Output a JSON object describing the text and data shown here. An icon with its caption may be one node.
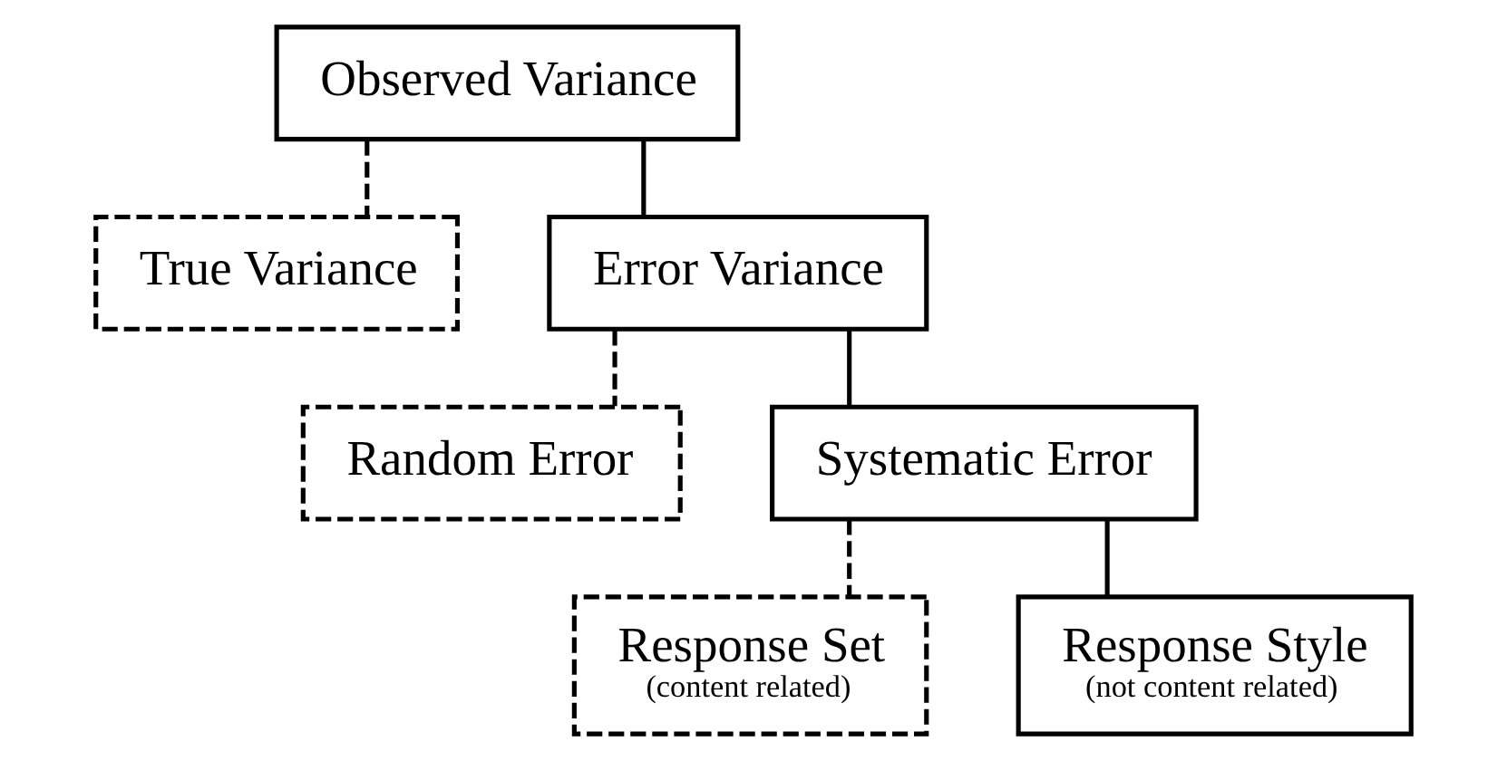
{
  "diagram": {
    "nodes": [
      {
        "text": [
          "Observed Variance"
        ]
      },
      {
        "text": [
          "True Variance"
        ]
      },
      {
        "text": [
          "Error Variance"
        ]
      },
      {
        "text": [
          "Random Error"
        ]
      },
      {
        "text": [
          "Systematic Error"
        ]
      },
      {
        "text": [
          "Response Set",
          "(content related)"
        ]
      },
      {
        "text": [
          "Response Style",
          "(not content related)"
        ]
      }
    ],
    "edges": [
      {
        "from": 0,
        "to": 1,
        "arrow": "none",
        "style": "dashed"
      },
      {
        "from": 0,
        "to": 2,
        "arrow": "none"
      },
      {
        "from": 2,
        "to": 3,
        "arrow": "none",
        "style": "dashed"
      },
      {
        "from": 2,
        "to": 4,
        "arrow": "none"
      },
      {
        "from": 4,
        "to": 5,
        "arrow": "none",
        "style": "dashed"
      },
      {
        "from": 4,
        "to": 6,
        "arrow": "none"
      }
    ]
  }
}
